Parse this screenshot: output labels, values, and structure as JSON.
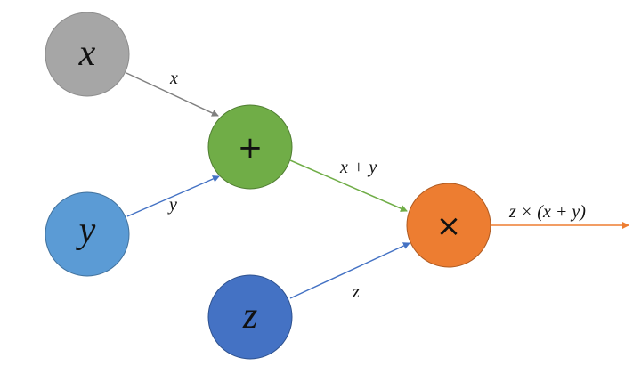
{
  "nodes": {
    "x": {
      "label": "x",
      "color": "#A6A6A6",
      "stroke": "#8C8C8C"
    },
    "y": {
      "label": "y",
      "color": "#5B9BD5",
      "stroke": "#41719C"
    },
    "z": {
      "label": "z",
      "color": "#4472C4",
      "stroke": "#2F528F"
    },
    "add": {
      "label": "+",
      "color": "#70AD47",
      "stroke": "#507E32"
    },
    "mul": {
      "label": "×",
      "color": "#ED7D31",
      "stroke": "#AE5A21"
    }
  },
  "edges": {
    "x_to_add": {
      "label": "x",
      "color": "#808080"
    },
    "y_to_add": {
      "label": "y",
      "color": "#4472C4"
    },
    "add_to_mul": {
      "label": "x + y",
      "color": "#70AD47"
    },
    "z_to_mul": {
      "label": "z",
      "color": "#4472C4"
    },
    "mul_out": {
      "label": "z × (x + y)",
      "color": "#ED7D31"
    }
  }
}
